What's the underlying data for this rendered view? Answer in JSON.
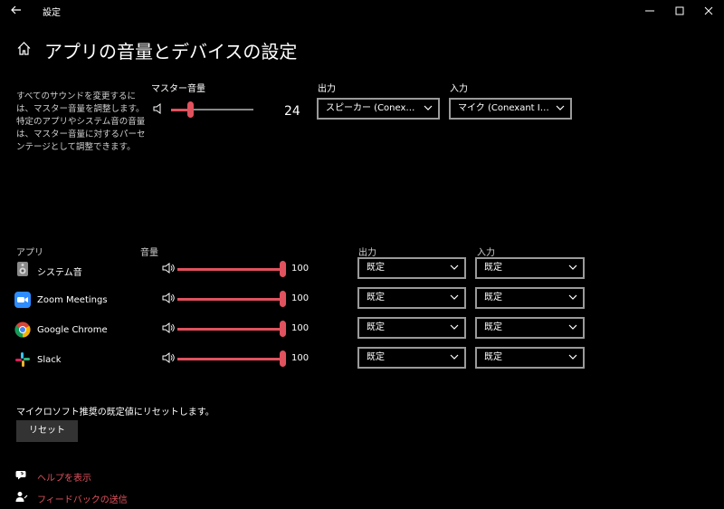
{
  "window": {
    "title": "設定"
  },
  "page": {
    "title": "アプリの音量とデバイスの設定"
  },
  "description": "すべてのサウンドを変更するには、マスター音量を調整します。特定のアプリやシステム音の音量は、マスター音量に対するパーセンテージとして調整できます。",
  "master": {
    "label": "マスター音量",
    "value": "24",
    "level": 24,
    "output_label": "出力",
    "input_label": "入力",
    "output_device": "スピーカー (Conexant I...",
    "input_device": "マイク (Conexant ISS..."
  },
  "apps_header": {
    "app": "アプリ",
    "volume": "音量",
    "output": "出力",
    "input": "入力"
  },
  "apps": [
    {
      "name": "システム音",
      "volume": "100",
      "level": 100,
      "output": "既定",
      "input": "既定"
    },
    {
      "name": "Zoom Meetings",
      "volume": "100",
      "level": 100,
      "output": "既定",
      "input": "既定"
    },
    {
      "name": "Google Chrome",
      "volume": "100",
      "level": 100,
      "output": "既定",
      "input": "既定"
    },
    {
      "name": "Slack",
      "volume": "100",
      "level": 100,
      "output": "既定",
      "input": "既定"
    }
  ],
  "reset": {
    "text": "マイクロソフト推奨の既定値にリセットします。",
    "button": "リセット"
  },
  "links": {
    "help": "ヘルプを表示",
    "feedback": "フィードバックの送信"
  },
  "colors": {
    "accent": "#e0525e",
    "background": "#000000"
  }
}
